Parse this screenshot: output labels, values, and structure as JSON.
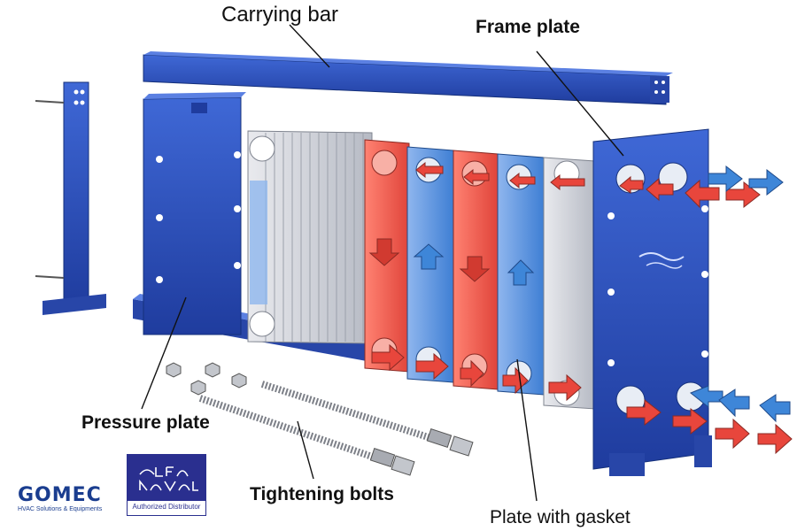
{
  "labels": {
    "carrying_bar": "Carrying bar",
    "frame_plate": "Frame plate",
    "pressure_plate": "Pressure plate",
    "tightening_bolts": "Tightening bolts",
    "plate_with_gasket": "Plate with gasket"
  },
  "logos": {
    "gomec_name": "GOMEC",
    "gomec_tagline": "HVAC Solutions & Equipments",
    "alfa_wordmark": "ALFA LAVAL",
    "alfa_badge_caption": "Authorized Distributor"
  },
  "colors": {
    "frame_blue": "#2a4fbf",
    "hot_red": "#e8463c",
    "cold_blue": "#3e86d8",
    "plate_gray": "#c9ccd3"
  }
}
